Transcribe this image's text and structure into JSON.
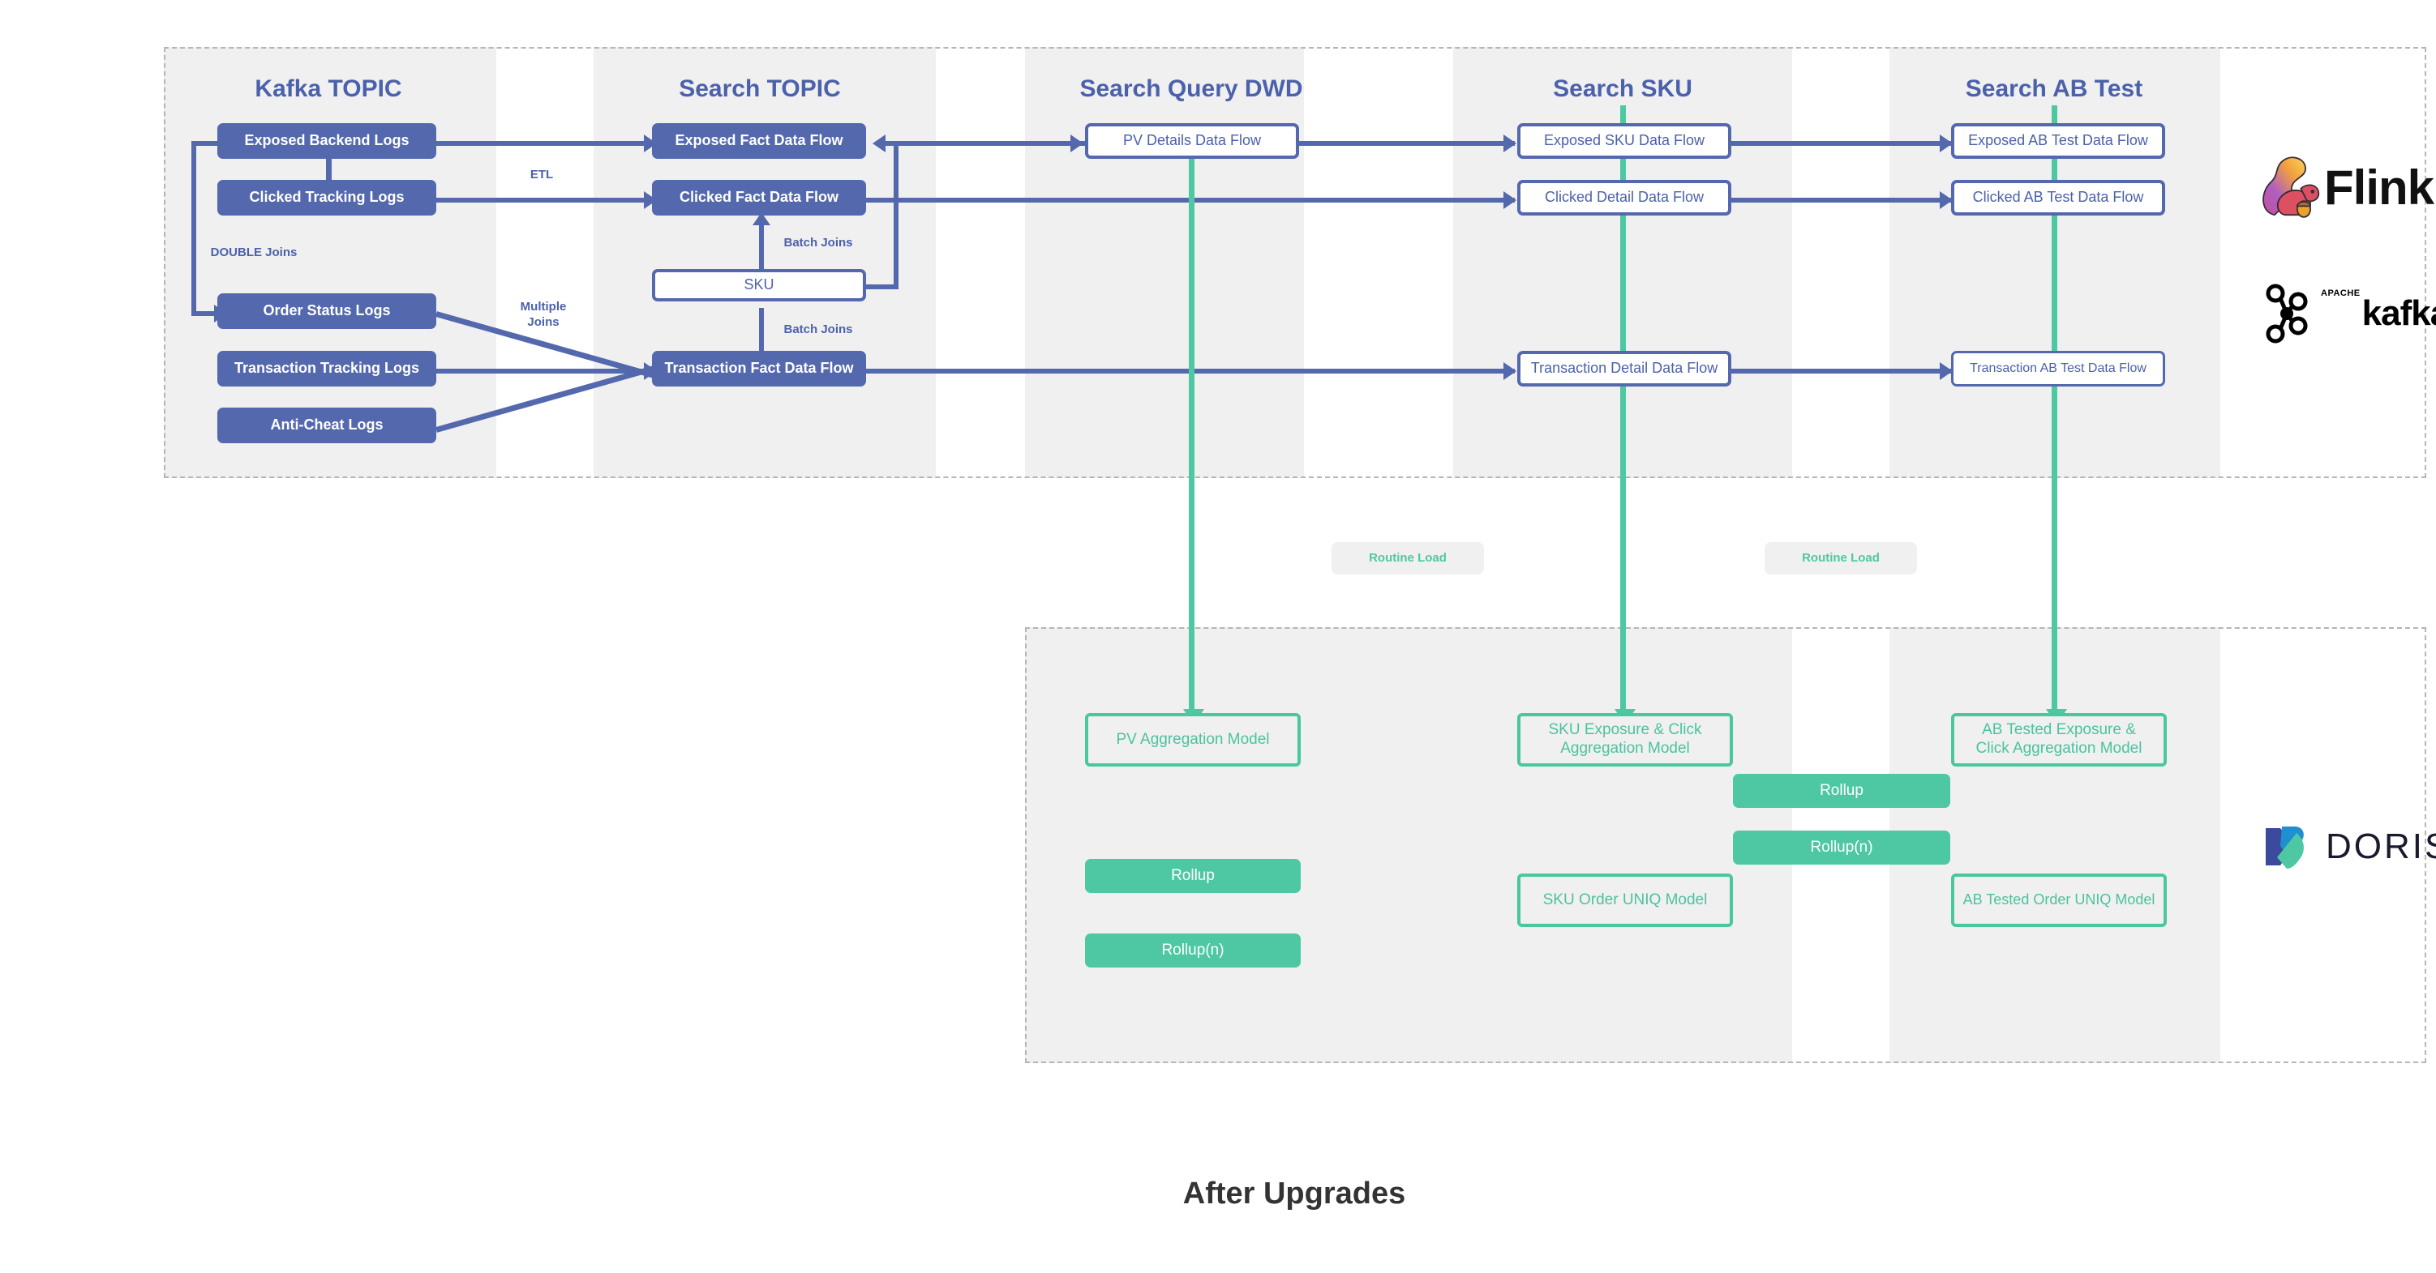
{
  "diagram": {
    "caption": "After Upgrades",
    "accent_blue": "#5468ae",
    "accent_green": "#4ec8a3",
    "band_grey": "#f0f0f0",
    "dashed_border": "#b5b5b5"
  },
  "columns": [
    {
      "title": "Kafka TOPIC"
    },
    {
      "title": "Search TOPIC"
    },
    {
      "title": "Search Query DWD"
    },
    {
      "title": "Search SKU"
    },
    {
      "title": "Search AB Test"
    }
  ],
  "kafka_topic_nodes": [
    {
      "label": "Exposed Backend Logs"
    },
    {
      "label": "Clicked Tracking Logs"
    },
    {
      "label": "Order Status Logs"
    },
    {
      "label": "Transaction Tracking Logs"
    },
    {
      "label": "Anti-Cheat Logs"
    }
  ],
  "search_topic_nodes": [
    {
      "label": "Exposed Fact Data Flow"
    },
    {
      "label": "Clicked Fact Data Flow"
    },
    {
      "label": "SKU"
    },
    {
      "label": "Transaction Fact Data Flow"
    }
  ],
  "search_query_dwd_nodes": [
    {
      "label": "PV Details Data Flow"
    }
  ],
  "search_sku_nodes": [
    {
      "label": "Exposed SKU Data Flow"
    },
    {
      "label": "Clicked Detail Data Flow"
    },
    {
      "label": "Transaction Detail Data Flow"
    }
  ],
  "search_ab_test_nodes": [
    {
      "label": "Exposed AB Test Data Flow"
    },
    {
      "label": "Clicked AB Test Data Flow"
    },
    {
      "label": "Transaction AB Test Data Flow"
    }
  ],
  "edge_labels": {
    "double_joins": "DOUBLE Joins",
    "etl": "ETL",
    "multiple_joins": "Multiple\nJoins",
    "batch_joins_up": "Batch Joins",
    "batch_joins_down": "Batch Joins",
    "routine_load_1": "Routine Load",
    "routine_load_2": "Routine Load"
  },
  "doris_nodes": {
    "pv_column": [
      {
        "label": "PV Aggregation Model",
        "style": "outline"
      },
      {
        "label": "Rollup",
        "style": "filled"
      },
      {
        "label": "Rollup(n)",
        "style": "filled"
      }
    ],
    "sku_column": [
      {
        "label": "SKU Exposure & Click Aggregation Model",
        "style": "outline"
      },
      {
        "label": "SKU Order UNIQ Model",
        "style": "outline"
      }
    ],
    "ab_column": [
      {
        "label": "AB Tested Exposure & Click Aggregation Model",
        "style": "outline"
      },
      {
        "label": "AB Tested Order UNIQ Model",
        "style": "outline"
      }
    ],
    "between_sku_ab": [
      {
        "label": "Rollup",
        "style": "filled"
      },
      {
        "label": "Rollup(n)",
        "style": "filled"
      }
    ]
  },
  "logos": [
    {
      "name": "flink-logo",
      "text": "Flink"
    },
    {
      "name": "kafka-logo",
      "text": "kafka",
      "super": "APACHE",
      "reg": "®"
    },
    {
      "name": "doris-logo",
      "text": "DORIS"
    }
  ]
}
